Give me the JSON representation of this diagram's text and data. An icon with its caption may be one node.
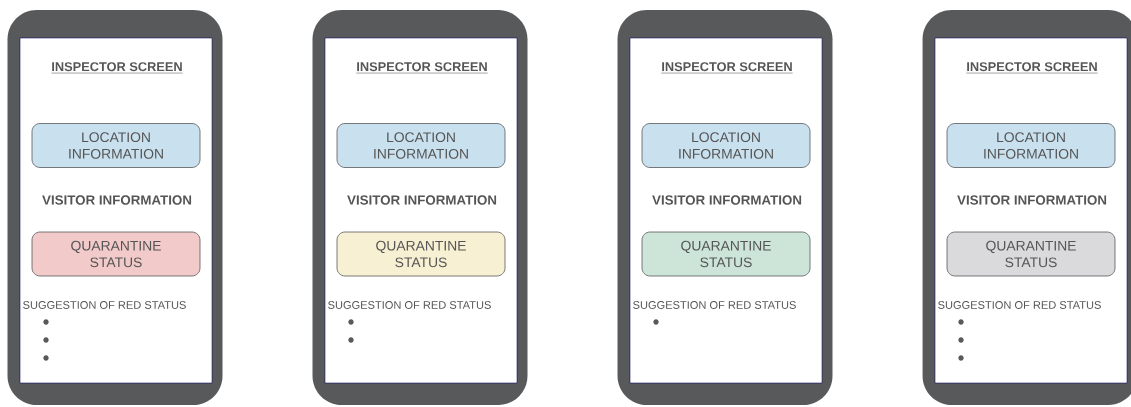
{
  "diagram": {
    "nodes": [
      {
        "text": [
          "INSPECTOR SCREEN",
          "VISITOR INFORMATION",
          "SUGGESTION OF RED STATUS"
        ]
      },
      {
        "text": [
          "LOCATION INFORMATION"
        ],
        "in": 0
      },
      {
        "text": [
          "QUARANTINE STATUS"
        ],
        "in": 0
      },
      {
        "text": [
          "INSPECTOR SCREEN",
          "VISITOR INFORMATION",
          "SUGGESTION OF RED STATUS"
        ]
      },
      {
        "text": [
          "LOCATION INFORMATION"
        ],
        "in": 3
      },
      {
        "text": [
          "QUARANTINE STATUS"
        ],
        "in": 3
      },
      {
        "text": [
          "INSPECTOR SCREEN",
          "VISITOR INFORMATION",
          "SUGGESTION OF RED STATUS"
        ]
      },
      {
        "text": [
          "LOCATION INFORMATION"
        ],
        "in": 6
      },
      {
        "text": [
          "QUARANTINE STATUS"
        ],
        "in": 6
      },
      {
        "text": [
          "INSPECTOR SCREEN",
          "VISITOR INFORMATION",
          "SUGGESTION OF RED STATUS"
        ]
      },
      {
        "text": [
          "LOCATION INFORMATION"
        ],
        "in": 9
      },
      {
        "text": [
          "QUARANTINE STATUS"
        ],
        "in": 9
      }
    ]
  }
}
